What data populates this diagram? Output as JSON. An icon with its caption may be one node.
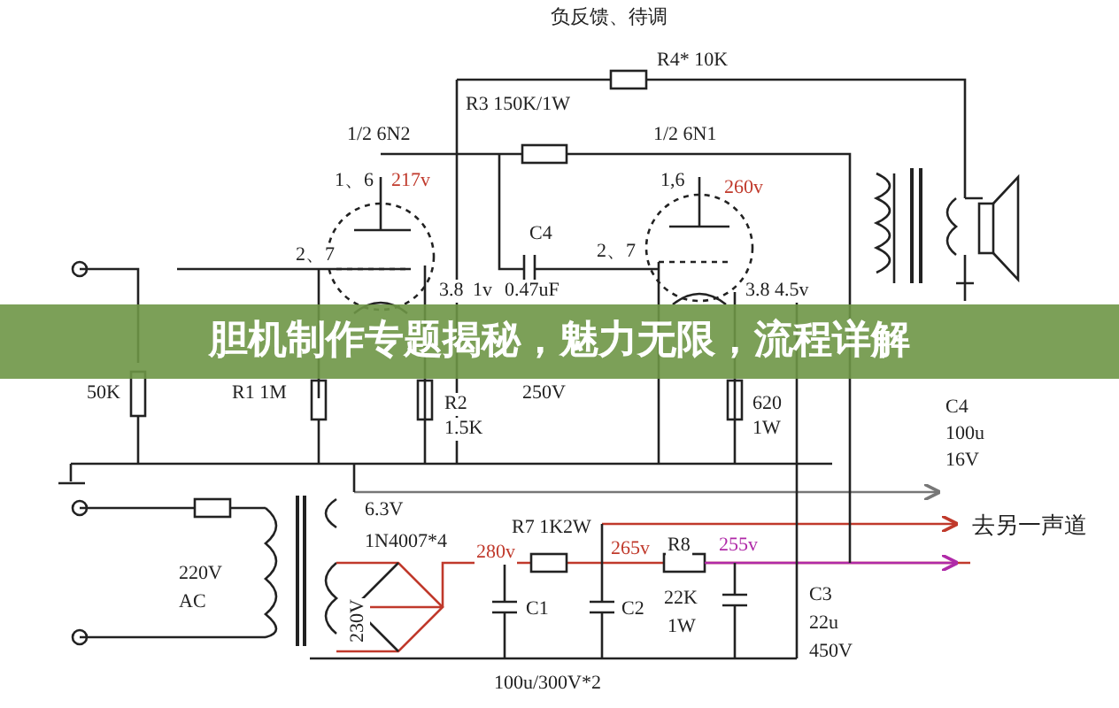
{
  "diagram": {
    "title": "胆机制作专题揭秘，魅力无限，流程详解",
    "labels": [
      "负反馈、待调",
      "R4* 10K",
      "R3 150K/1W",
      "1/2 6N2",
      "1/2 6N1",
      "1、6",
      "217v",
      "1,6",
      "260v",
      "2、7",
      "C4",
      "2、7",
      "3.8",
      "1v",
      "0.47uF",
      "250V",
      "3.8 4.5v",
      "50K",
      "R1 1M",
      "R2",
      "1.5K",
      "620",
      "1W",
      "C4",
      "100u",
      "16V",
      "6.3V",
      "1N4007*4",
      "R7 1K2W",
      "280v",
      "265v",
      "R8",
      "255v",
      "去另一声道",
      "220V",
      "AC",
      "230V",
      "C1",
      "C2",
      "22K",
      "1W",
      "C3",
      "22u",
      "450V",
      "100u/300V*2"
    ]
  }
}
